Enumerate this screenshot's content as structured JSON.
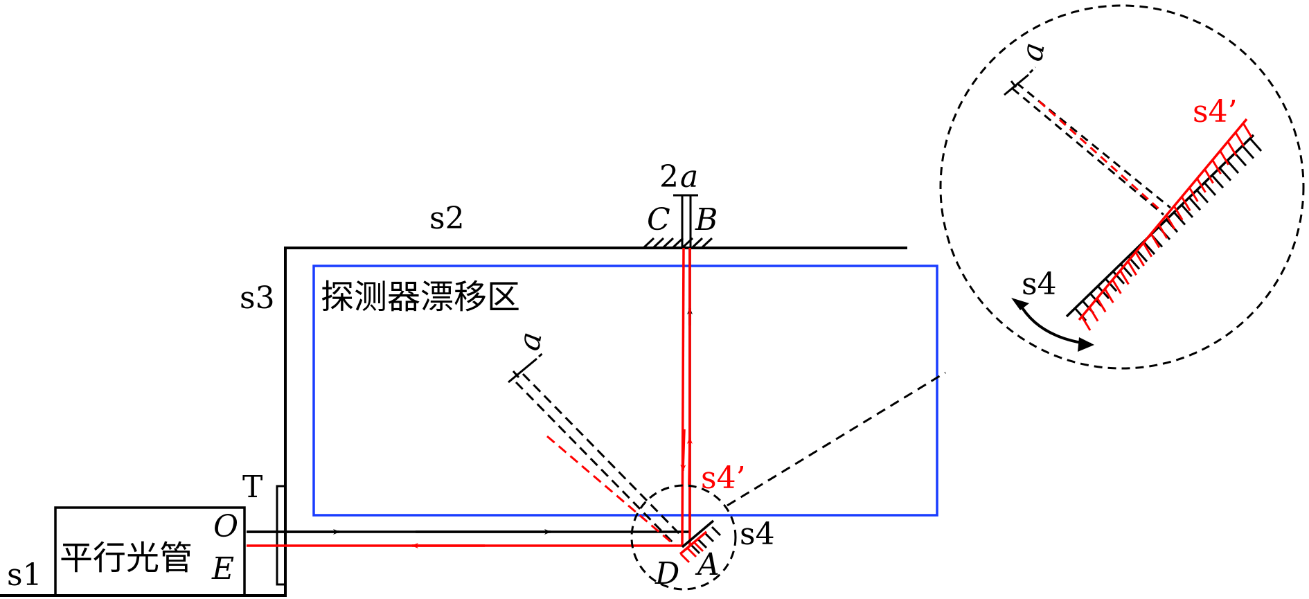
{
  "labels": {
    "s1": "s1",
    "s2": "s2",
    "s3": "s3",
    "s4": "s4",
    "s4_zoom": "s4",
    "s4_prime": "s4’",
    "s4_prime_zoom": "s4’",
    "T": "T",
    "O": "O",
    "E": "E",
    "A": "A",
    "B": "B",
    "C": "C",
    "D": "D",
    "two_a_num": "2",
    "two_a_var": "a",
    "a_main": "a",
    "a_zoom": "a",
    "collimator": "平行光管",
    "drift_region": "探测器漂移区"
  },
  "colors": {
    "beam_forward": "#000000",
    "beam_return": "#ff0000",
    "drift_box": "#1a3dff"
  }
}
